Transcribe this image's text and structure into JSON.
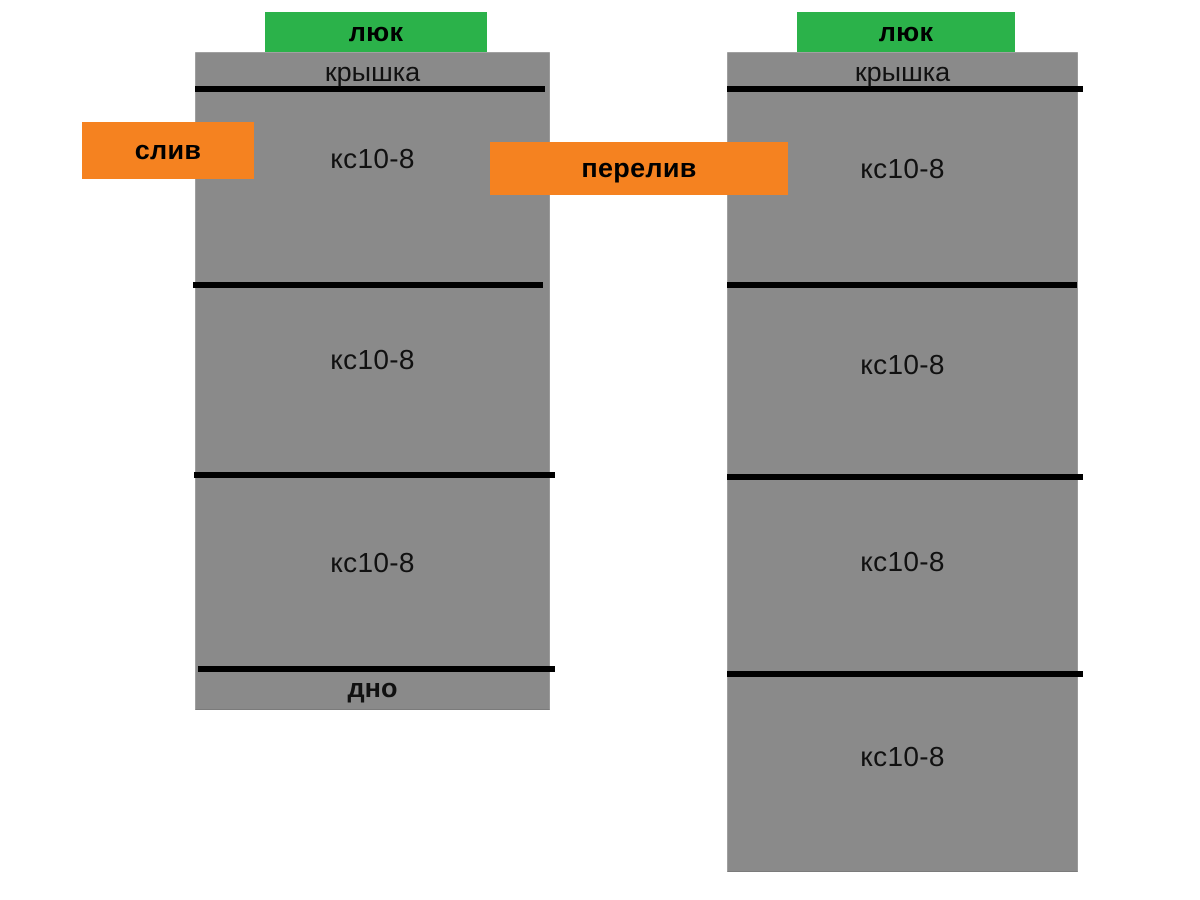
{
  "diagram": {
    "title": "Septic tank sections diagram",
    "colors": {
      "concrete_gray": "#8a8a8a",
      "hatch_green": "#2bb24a",
      "pipe_orange": "#f58220",
      "joint_black": "#000000",
      "background": "#ffffff"
    }
  },
  "tanks": [
    {
      "id": "left",
      "hatch_label": "люк",
      "lid_label": "крышка",
      "bottom_label": "дно",
      "rings": [
        {
          "label": "кс10-8"
        },
        {
          "label": "кс10-8"
        },
        {
          "label": "кс10-8"
        }
      ]
    },
    {
      "id": "right",
      "hatch_label": "люк",
      "lid_label": "крышка",
      "rings": [
        {
          "label": "кс10-8"
        },
        {
          "label": "кс10-8"
        },
        {
          "label": "кс10-8"
        },
        {
          "label": "кс10-8"
        }
      ]
    }
  ],
  "pipes": [
    {
      "id": "drain",
      "label": "слив"
    },
    {
      "id": "overflow",
      "label": "перелив"
    }
  ]
}
